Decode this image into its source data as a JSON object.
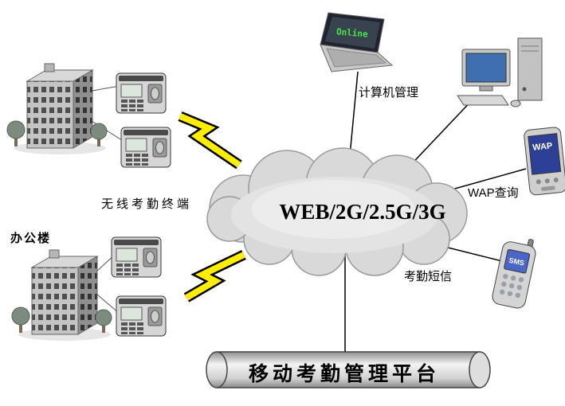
{
  "cloud": {
    "label": "WEB/2G/2.5G/3G"
  },
  "platform": {
    "label": "移动考勤管理平台"
  },
  "labels": {
    "computer_management": "计算机管理",
    "wap_query": "WAP查询",
    "attendance_sms": "考勤短信",
    "wireless_terminal": "无线考勤终端",
    "office_building": "办公楼"
  },
  "screens": {
    "laptop": "Online",
    "wap": "WAP",
    "sms": "SMS"
  },
  "colors": {
    "lightning": "#ffee00",
    "cloud_fill": "#d9d9d9",
    "line": "#000000",
    "screen_blue": "#3f6fae"
  },
  "icons": [
    "cloud-icon",
    "laptop-icon",
    "desktop-computer-icon",
    "wap-device-icon",
    "sms-phone-icon",
    "office-building-icon",
    "attendance-terminal-icon",
    "lightning-bolt-icon",
    "platform-cylinder-icon"
  ]
}
